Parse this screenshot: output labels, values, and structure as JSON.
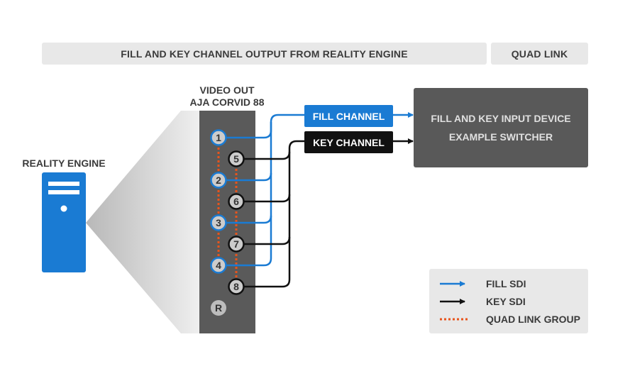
{
  "header": {
    "main_title": "FILL AND KEY CHANNEL OUTPUT FROM REALITY ENGINE",
    "quad_link_title": "QUAD LINK"
  },
  "server": {
    "label": "REALITY ENGINE",
    "icon": "server-tower-icon",
    "color": "#1a7bd3"
  },
  "card": {
    "title_line1": "VIDEO OUT",
    "title_line2": "AJA CORVID 88",
    "fill_ports": [
      "1",
      "2",
      "3",
      "4"
    ],
    "key_ports": [
      "5",
      "6",
      "7",
      "8"
    ],
    "ref_port": "R"
  },
  "channels": {
    "fill_label": "FILL CHANNEL",
    "key_label": "KEY CHANNEL"
  },
  "device": {
    "line1": "FILL AND KEY INPUT DEVICE",
    "line2": "EXAMPLE SWITCHER"
  },
  "legend": {
    "fill_sdi": "FILL SDI",
    "key_sdi": "KEY SDI",
    "quad_link_group": "QUAD LINK GROUP"
  },
  "colors": {
    "fill": "#1a7bd3",
    "key": "#111111",
    "quad_link": "#e8541c",
    "card": "#5a5a5a",
    "device": "#595959"
  }
}
